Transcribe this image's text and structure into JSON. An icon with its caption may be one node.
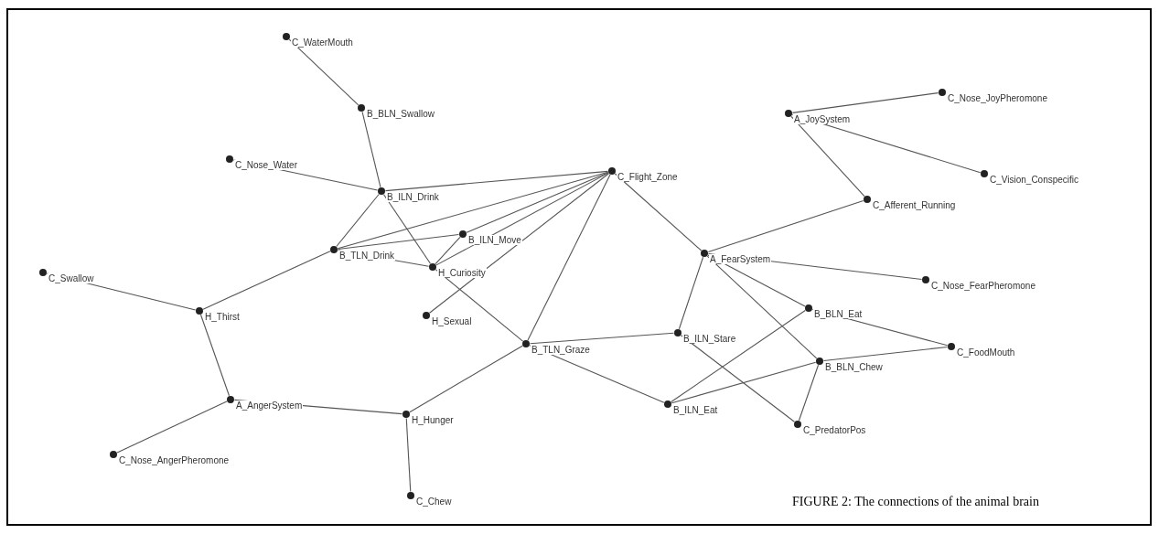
{
  "diagram": {
    "caption": "FIGURE 2: The connections of the animal brain",
    "nodes": [
      {
        "text": [
          "C_WaterMouth"
        ]
      },
      {
        "text": [
          "B_BLN_Swallow"
        ]
      },
      {
        "text": [
          "C_Nose_Water"
        ]
      },
      {
        "text": [
          "B_ILN_Drink"
        ]
      },
      {
        "text": [
          "C_Flight_Zone"
        ]
      },
      {
        "text": [
          "A_JoySystem"
        ]
      },
      {
        "text": [
          "C_Nose_JoyPheromone"
        ]
      },
      {
        "text": [
          "C_Vision_Conspecific"
        ]
      },
      {
        "text": [
          "C_Afferent_Running"
        ]
      },
      {
        "text": [
          "B_TLN_Drink"
        ]
      },
      {
        "text": [
          "B_ILN_Move"
        ]
      },
      {
        "text": [
          "H_Curiosity"
        ]
      },
      {
        "text": [
          "A_FearSystem"
        ]
      },
      {
        "text": [
          "C_Nose_FearPheromone"
        ]
      },
      {
        "text": [
          "C_Swallow"
        ]
      },
      {
        "text": [
          "H_Thirst"
        ]
      },
      {
        "text": [
          "H_Sexual"
        ]
      },
      {
        "text": [
          "B_BLN_Eat"
        ]
      },
      {
        "text": [
          "B_TLN_Graze"
        ]
      },
      {
        "text": [
          "B_ILN_Stare"
        ]
      },
      {
        "text": [
          "C_FoodMouth"
        ]
      },
      {
        "text": [
          "B_BLN_Chew"
        ]
      },
      {
        "text": [
          "A_AngerSystem"
        ]
      },
      {
        "text": [
          "H_Hunger"
        ]
      },
      {
        "text": [
          "B_ILN_Eat"
        ]
      },
      {
        "text": [
          "C_PredatorPos"
        ]
      },
      {
        "text": [
          "C_Nose_AngerPheromone"
        ]
      },
      {
        "text": [
          "C_Chew"
        ]
      }
    ],
    "edges": [
      {
        "from": 0,
        "to": 1,
        "arrow": "none"
      },
      {
        "from": 1,
        "to": 3,
        "arrow": "none"
      },
      {
        "from": 2,
        "to": 3,
        "arrow": "none"
      },
      {
        "from": 3,
        "to": 4,
        "arrow": "none"
      },
      {
        "from": 3,
        "to": 9,
        "arrow": "none"
      },
      {
        "from": 3,
        "to": 11,
        "arrow": "none"
      },
      {
        "from": 9,
        "to": 4,
        "arrow": "none"
      },
      {
        "from": 9,
        "to": 10,
        "arrow": "none"
      },
      {
        "from": 10,
        "to": 4,
        "arrow": "none"
      },
      {
        "from": 11,
        "to": 4,
        "arrow": "none"
      },
      {
        "from": 16,
        "to": 4,
        "arrow": "none"
      },
      {
        "from": 18,
        "to": 4,
        "arrow": "none"
      },
      {
        "from": 11,
        "to": 10,
        "arrow": "none"
      },
      {
        "from": 9,
        "to": 11,
        "arrow": "none"
      },
      {
        "from": 11,
        "to": 18,
        "arrow": "none"
      },
      {
        "from": 9,
        "to": 15,
        "arrow": "none"
      },
      {
        "from": 14,
        "to": 15,
        "arrow": "none"
      },
      {
        "from": 15,
        "to": 22,
        "arrow": "none"
      },
      {
        "from": 22,
        "to": 26,
        "arrow": "none"
      },
      {
        "from": 22,
        "to": 23,
        "arrow": "none"
      },
      {
        "from": 23,
        "to": 27,
        "arrow": "none"
      },
      {
        "from": 23,
        "to": 18,
        "arrow": "none"
      },
      {
        "from": 18,
        "to": 19,
        "arrow": "none"
      },
      {
        "from": 18,
        "to": 24,
        "arrow": "none"
      },
      {
        "from": 4,
        "to": 12,
        "arrow": "none"
      },
      {
        "from": 12,
        "to": 8,
        "arrow": "none"
      },
      {
        "from": 8,
        "to": 5,
        "arrow": "none"
      },
      {
        "from": 5,
        "to": 6,
        "arrow": "none"
      },
      {
        "from": 5,
        "to": 7,
        "arrow": "none"
      },
      {
        "from": 12,
        "to": 13,
        "arrow": "none"
      },
      {
        "from": 12,
        "to": 17,
        "arrow": "none"
      },
      {
        "from": 12,
        "to": 21,
        "arrow": "none"
      },
      {
        "from": 12,
        "to": 19,
        "arrow": "none"
      },
      {
        "from": 19,
        "to": 25,
        "arrow": "none"
      },
      {
        "from": 17,
        "to": 20,
        "arrow": "none"
      },
      {
        "from": 17,
        "to": 24,
        "arrow": "none"
      },
      {
        "from": 21,
        "to": 20,
        "arrow": "none"
      },
      {
        "from": 21,
        "to": 24,
        "arrow": "none"
      },
      {
        "from": 21,
        "to": 25,
        "arrow": "none"
      }
    ]
  }
}
